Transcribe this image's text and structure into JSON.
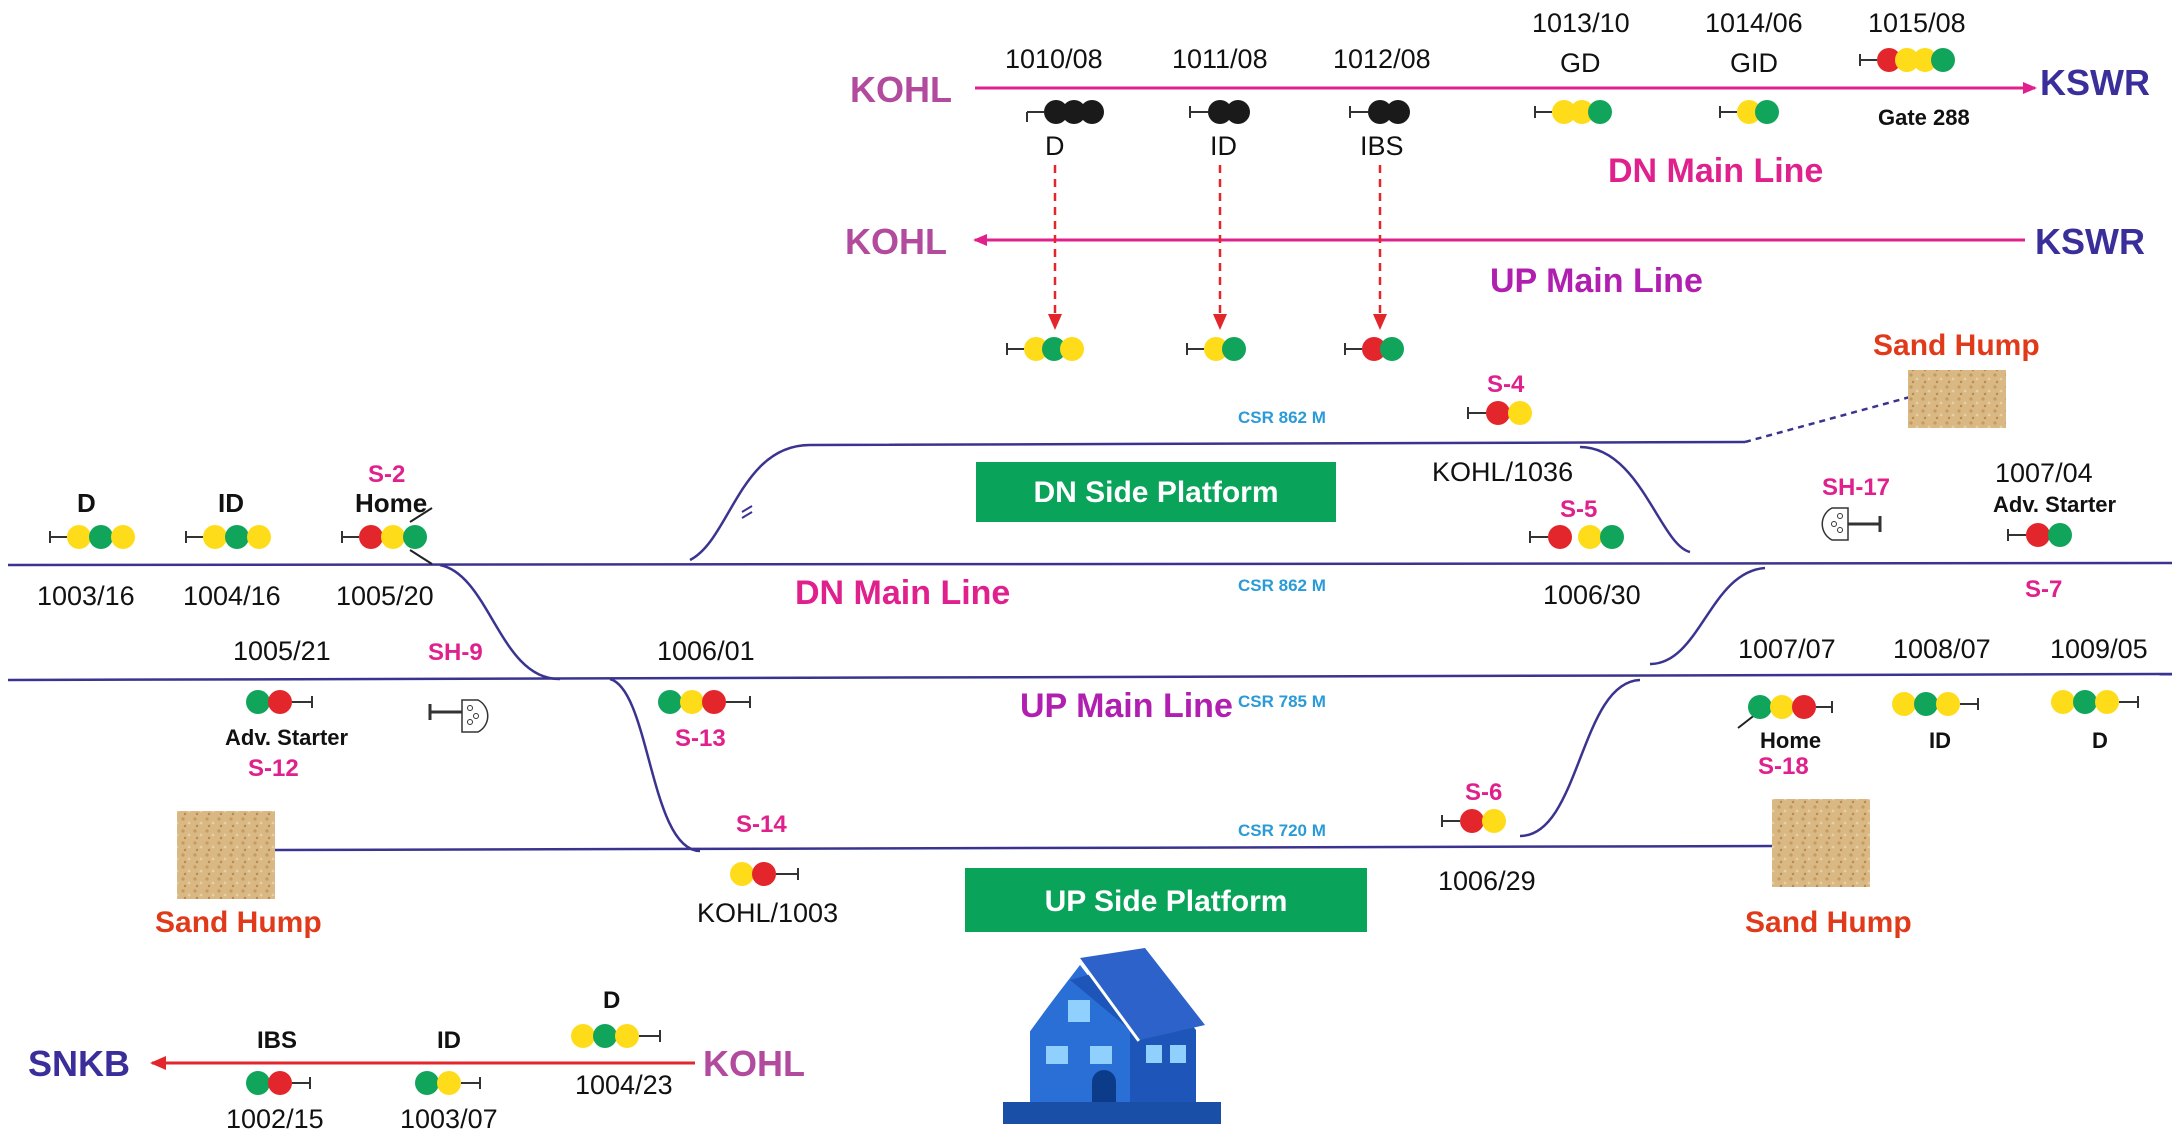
{
  "colors": {
    "red": "#e3262b",
    "yellow": "#ffdc1a",
    "green": "#10a55a",
    "black": "#1a1a1a",
    "track": "#3a3490",
    "magenta_line": "#e0208c",
    "sidings_label": "#e0208c",
    "station_kohl": "#b24a9e",
    "station_blue": "#3a2e9a",
    "platform": "#0aa35a",
    "csr": "#2a9bd6",
    "sand": "#e03a1a"
  },
  "stations": {
    "kohl_top": "KOHL",
    "kswr_top": "KSWR",
    "kohl_up": "KOHL",
    "kswr_up": "KSWR",
    "snkb": "SNKB",
    "kohl_bottom": "KOHL"
  },
  "lines": {
    "dn_main_top": "DN Main Line",
    "up_main_top": "UP Main Line",
    "dn_main_yard": "DN Main Line",
    "up_main_yard": "UP Main Line"
  },
  "platforms": {
    "dn_side": "DN Side Platform",
    "up_side": "UP Side Platform"
  },
  "csr": {
    "dn_loop": "CSR 862 M",
    "dn_main": "CSR 862 M",
    "up_main": "CSR 785 M",
    "up_loop": "CSR 720 M"
  },
  "sand_humps": {
    "left": "Sand Hump",
    "right_top": "Sand Hump",
    "right_bottom": "Sand Hump"
  },
  "top_signals": [
    {
      "number": "1010/08",
      "label": "D",
      "aspects": [
        "black",
        "black",
        "black"
      ]
    },
    {
      "number": "1011/08",
      "label": "ID",
      "aspects": [
        "black",
        "black"
      ]
    },
    {
      "number": "1012/08",
      "label": "IBS",
      "aspects": [
        "black",
        "black"
      ]
    },
    {
      "number": "1013/10",
      "label": "GD",
      "aspects": [
        "yellow",
        "yellow",
        "green"
      ]
    },
    {
      "number": "1014/06",
      "label": "GID",
      "aspects": [
        "yellow",
        "green"
      ]
    },
    {
      "number": "1015/08",
      "label": "Gate 288",
      "aspects": [
        "red",
        "yellow",
        "yellow",
        "green"
      ]
    }
  ],
  "repeat_signals": [
    {
      "aspects": [
        "yellow",
        "green",
        "yellow"
      ]
    },
    {
      "aspects": [
        "yellow",
        "green"
      ]
    },
    {
      "aspects": [
        "red",
        "green"
      ]
    }
  ],
  "yard_signals": {
    "d_left": {
      "label": "D",
      "number": "1003/16",
      "aspects": [
        "yellow",
        "green",
        "yellow"
      ]
    },
    "id_left": {
      "label": "ID",
      "number": "1004/16",
      "aspects": [
        "yellow",
        "green",
        "yellow"
      ]
    },
    "home_left": {
      "id": "S-2",
      "label": "Home",
      "number": "1005/20",
      "aspects": [
        "red",
        "yellow",
        "green"
      ]
    },
    "adv_starter_left": {
      "number": "1005/21",
      "label": "Adv. Starter",
      "id": "S-12",
      "aspects": [
        "green",
        "red"
      ]
    },
    "sh9": {
      "id": "SH-9"
    },
    "s13": {
      "number": "1006/01",
      "id": "S-13",
      "aspects": [
        "green",
        "yellow",
        "red"
      ]
    },
    "s14": {
      "id": "S-14",
      "number": "KOHL/1003",
      "aspects": [
        "yellow",
        "red"
      ]
    },
    "s4": {
      "id": "S-4",
      "number": "KOHL/1036",
      "aspects": [
        "red",
        "yellow"
      ]
    },
    "s5": {
      "id": "S-5",
      "number": "1006/30",
      "aspects": [
        "red",
        "yellow",
        "green"
      ]
    },
    "s6": {
      "id": "S-6",
      "number": "1006/29",
      "aspects": [
        "red",
        "yellow"
      ]
    },
    "sh17": {
      "id": "SH-17"
    },
    "s7": {
      "number": "1007/04",
      "label": "Adv. Starter",
      "id": "S-7",
      "aspects": [
        "red",
        "green"
      ]
    },
    "s18": {
      "number": "1007/07",
      "label": "Home",
      "id": "S-18",
      "aspects": [
        "green",
        "yellow",
        "red"
      ]
    },
    "id_right": {
      "number": "1008/07",
      "label": "ID",
      "aspects": [
        "yellow",
        "green",
        "yellow"
      ]
    },
    "d_right": {
      "number": "1009/05",
      "label": "D",
      "aspects": [
        "yellow",
        "green",
        "yellow"
      ]
    }
  },
  "branch_signals": {
    "d": {
      "label": "D",
      "number": "1004/23",
      "aspects": [
        "yellow",
        "green",
        "yellow"
      ]
    },
    "id": {
      "label": "ID",
      "number": "1003/07",
      "aspects": [
        "green",
        "yellow"
      ]
    },
    "ibs": {
      "label": "IBS",
      "number": "1002/15",
      "aspects": [
        "green",
        "red"
      ]
    }
  }
}
